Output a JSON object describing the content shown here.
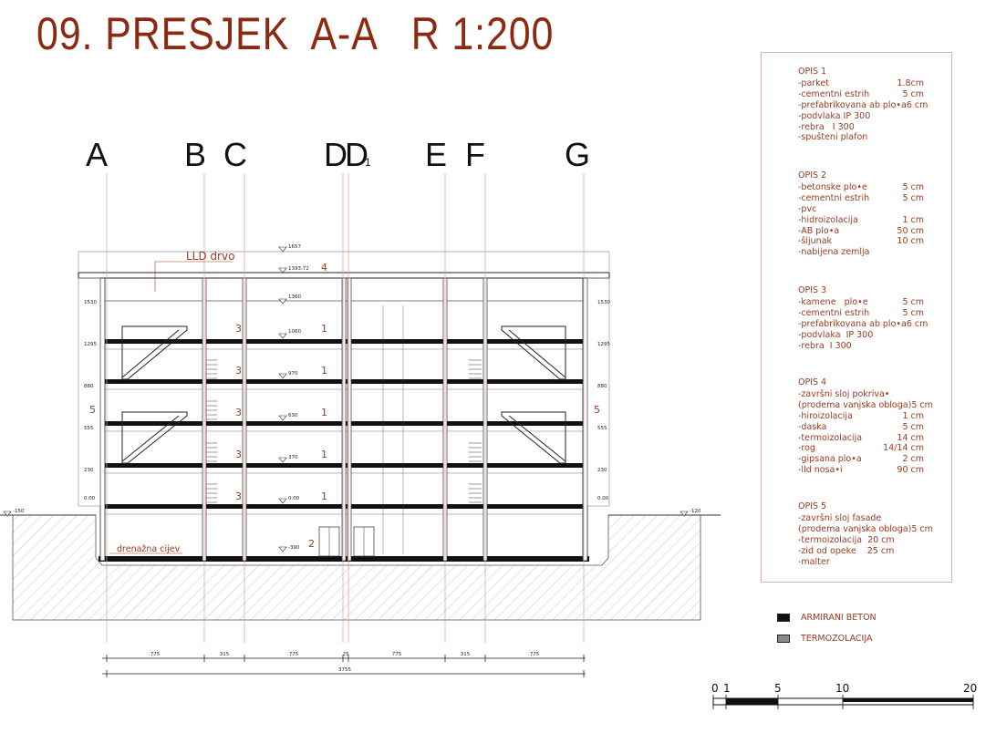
{
  "title": "09. PRESJEK  A-A   R 1:200",
  "axes": [
    "A",
    "B",
    "C",
    "D",
    "D",
    "E",
    "F",
    "G"
  ],
  "axis_subscript": "1",
  "roof_label": "LLD drvo",
  "drain_label": "drenažna cijev",
  "level_marks": {
    "top": "1657",
    "roof": "1393.72",
    "l5": "1360",
    "l4": "1060",
    "l3": "970",
    "l2": "630",
    "l1": "370",
    "l0": "0.00",
    "base": "-390"
  },
  "left_marks": [
    "1530",
    "1295",
    "880",
    "555",
    "230",
    "0.00"
  ],
  "right_marks": [
    "1530",
    "1295",
    "880",
    "555",
    "230",
    "0.00"
  ],
  "ground_left": "-150",
  "ground_right": "-120",
  "tags": {
    "roof": "4",
    "floor1": "1",
    "basement": "2",
    "stair": "3",
    "facade_left": "5",
    "facade_right": "5"
  },
  "dimensions": [
    "775",
    "315",
    "775",
    "25",
    "775",
    "315",
    "775"
  ],
  "total_dimension": "3755",
  "notes": [
    {
      "title": "OPIS 1",
      "lines": [
        [
          "-parket",
          "1.8cm"
        ],
        [
          "-cementni estrih",
          "5 cm"
        ],
        [
          "-prefabrikovana ab plo•a",
          "6 cm"
        ],
        [
          "-podvlaka IP 300",
          ""
        ],
        [
          "-rebra   I 300",
          ""
        ],
        [
          "-spušteni plafon",
          ""
        ]
      ]
    },
    {
      "title": "OPIS 2",
      "lines": [
        [
          "-betonske plo•e",
          "5 cm"
        ],
        [
          "-cementni estrih",
          "5 cm"
        ],
        [
          "-pvc",
          ""
        ],
        [
          "-hidroizolacija",
          "1 cm"
        ],
        [
          "-AB plo•a",
          "50 cm"
        ],
        [
          "-šljunak",
          "10 cm"
        ],
        [
          "-nabijena zemlja",
          ""
        ]
      ]
    },
    {
      "title": "OPIS 3",
      "lines": [
        [
          "-kamene   plo•e",
          "5 cm"
        ],
        [
          "-cementni estrih",
          "5 cm"
        ],
        [
          "-prefabrikovana ab plo•a",
          "6 cm"
        ],
        [
          "-podvlaka  IP 300",
          ""
        ],
        [
          "-rebra  I 300",
          ""
        ]
      ]
    },
    {
      "title": "OPIS 4",
      "lines": [
        [
          "-završni sloj pokriva•",
          ""
        ],
        [
          "(prodema vanjska obloga)",
          "5 cm"
        ],
        [
          "-hiroizolacija",
          "1 cm"
        ],
        [
          "-daska",
          "5 cm"
        ],
        [
          "-termoizolacija",
          "14 cm"
        ],
        [
          "-rog",
          "14/14 cm"
        ],
        [
          "-gipsana plo•a",
          "2 cm"
        ],
        [
          "-lld nosa•i",
          "90 cm"
        ]
      ]
    },
    {
      "title": "OPIS 5",
      "lines": [
        [
          "-završni sloj fasade",
          ""
        ],
        [
          "(prodema vanjska obloga)",
          "5 cm"
        ],
        [
          "-termoizolacija  20 cm",
          ""
        ],
        [
          "-zid od opeke    25 cm",
          ""
        ],
        [
          "-malter",
          ""
        ]
      ]
    }
  ],
  "legend": [
    {
      "label": "ARMIRANI BETON",
      "color": "#111111"
    },
    {
      "label": "TERMOZOLACIJA",
      "color": "#8a8a8a"
    }
  ],
  "scale_labels": [
    "0",
    "1",
    "5",
    "10",
    "20"
  ],
  "colors": {
    "accent": "#8b2a10",
    "axis_line": "#d9a08a",
    "text_red": "#9b3a1e"
  }
}
